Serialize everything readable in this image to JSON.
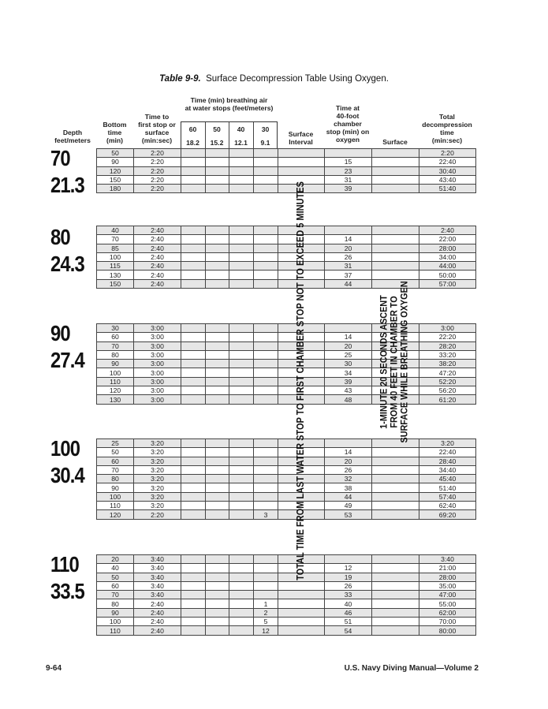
{
  "title": {
    "label": "Table 9-9.",
    "text": "Surface Decompression Table Using Oxygen."
  },
  "headers": {
    "depth": [
      "Depth",
      "feet/meters"
    ],
    "bottom_time": [
      "Bottom",
      "time",
      "(min)"
    ],
    "time_to_first": [
      "Time to",
      "first stop or",
      "surface",
      "(min:sec)"
    ],
    "water_stops_title": [
      "Time (min) breathing air",
      "at water stops (feet/meters)"
    ],
    "water_stops": [
      {
        "feet": "60",
        "meters": "18.2"
      },
      {
        "feet": "50",
        "meters": "15.2"
      },
      {
        "feet": "40",
        "meters": "12.1"
      },
      {
        "feet": "30",
        "meters": "9.1"
      }
    ],
    "surface_interval": [
      "Surface",
      "Interval"
    ],
    "chamber_stop": [
      "Time at",
      "40-foot",
      "chamber",
      "stop (min) on",
      "oxygen"
    ],
    "surface": [
      "Surface"
    ],
    "total": [
      "Total",
      "decompression",
      "time",
      "(min:sec)"
    ]
  },
  "vertical_notes": {
    "surface_interval": "TOTAL TIME FROM LAST WATER STOP TO FIRST CHAMBER STOP NOT TO EXCEED 5 MINUTES",
    "surface": [
      "1-MINUTE 20 SECONDS ASCENT",
      "FROM 40 FEET IN CHAMBER TO",
      "SURFACE WHILE BREATHING OXYGEN"
    ]
  },
  "groups": [
    {
      "feet": "70",
      "meters": "21.3",
      "rows": [
        [
          "50",
          "2:20",
          "",
          "",
          "",
          "",
          "",
          "",
          "2:20"
        ],
        [
          "90",
          "2:20",
          "",
          "",
          "",
          "",
          "15",
          "",
          "22:40"
        ],
        [
          "120",
          "2:20",
          "",
          "",
          "",
          "",
          "23",
          "",
          "30:40"
        ],
        [
          "150",
          "2:20",
          "",
          "",
          "",
          "",
          "31",
          "",
          "43:40"
        ],
        [
          "180",
          "2:20",
          "",
          "",
          "",
          "",
          "39",
          "",
          "51:40"
        ]
      ]
    },
    {
      "feet": "80",
      "meters": "24.3",
      "rows": [
        [
          "40",
          "2:40",
          "",
          "",
          "",
          "",
          "",
          "",
          "2:40"
        ],
        [
          "70",
          "2:40",
          "",
          "",
          "",
          "",
          "14",
          "",
          "22:00"
        ],
        [
          "85",
          "2:40",
          "",
          "",
          "",
          "",
          "20",
          "",
          "28:00"
        ],
        [
          "100",
          "2:40",
          "",
          "",
          "",
          "",
          "26",
          "",
          "34:00"
        ],
        [
          "115",
          "2:40",
          "",
          "",
          "",
          "",
          "31",
          "",
          "44:00"
        ],
        [
          "130",
          "2:40",
          "",
          "",
          "",
          "",
          "37",
          "",
          "50:00"
        ],
        [
          "150",
          "2:40",
          "",
          "",
          "",
          "",
          "44",
          "",
          "57:00"
        ]
      ]
    },
    {
      "feet": "90",
      "meters": "27.4",
      "rows": [
        [
          "30",
          "3:00",
          "",
          "",
          "",
          "",
          "",
          "",
          "3:00"
        ],
        [
          "60",
          "3:00",
          "",
          "",
          "",
          "",
          "14",
          "",
          "22:20"
        ],
        [
          "70",
          "3:00",
          "",
          "",
          "",
          "",
          "20",
          "",
          "28:20"
        ],
        [
          "80",
          "3:00",
          "",
          "",
          "",
          "",
          "25",
          "",
          "33:20"
        ],
        [
          "90",
          "3:00",
          "",
          "",
          "",
          "",
          "30",
          "",
          "38:20"
        ],
        [
          "100",
          "3:00",
          "",
          "",
          "",
          "",
          "34",
          "",
          "47:20"
        ],
        [
          "110",
          "3:00",
          "",
          "",
          "",
          "",
          "39",
          "",
          "52:20"
        ],
        [
          "120",
          "3:00",
          "",
          "",
          "",
          "",
          "43",
          "",
          "56:20"
        ],
        [
          "130",
          "3:00",
          "",
          "",
          "",
          "",
          "48",
          "",
          "61:20"
        ]
      ]
    },
    {
      "feet": "100",
      "meters": "30.4",
      "rows": [
        [
          "25",
          "3:20",
          "",
          "",
          "",
          "",
          "",
          "",
          "3:20"
        ],
        [
          "50",
          "3:20",
          "",
          "",
          "",
          "",
          "14",
          "",
          "22:40"
        ],
        [
          "60",
          "3:20",
          "",
          "",
          "",
          "",
          "20",
          "",
          "28:40"
        ],
        [
          "70",
          "3:20",
          "",
          "",
          "",
          "",
          "26",
          "",
          "34:40"
        ],
        [
          "80",
          "3:20",
          "",
          "",
          "",
          "",
          "32",
          "",
          "45:40"
        ],
        [
          "90",
          "3:20",
          "",
          "",
          "",
          "",
          "38",
          "",
          "51:40"
        ],
        [
          "100",
          "3:20",
          "",
          "",
          "",
          "",
          "44",
          "",
          "57:40"
        ],
        [
          "110",
          "3:20",
          "",
          "",
          "",
          "",
          "49",
          "",
          "62:40"
        ],
        [
          "120",
          "2:20",
          "",
          "",
          "",
          "3",
          "53",
          "",
          "69:20"
        ]
      ]
    },
    {
      "feet": "110",
      "meters": "33.5",
      "rows": [
        [
          "20",
          "3:40",
          "",
          "",
          "",
          "",
          "",
          "",
          "3:40"
        ],
        [
          "40",
          "3:40",
          "",
          "",
          "",
          "",
          "12",
          "",
          "21:00"
        ],
        [
          "50",
          "3:40",
          "",
          "",
          "",
          "",
          "19",
          "",
          "28:00"
        ],
        [
          "60",
          "3:40",
          "",
          "",
          "",
          "",
          "26",
          "",
          "35:00"
        ],
        [
          "70",
          "3:40",
          "",
          "",
          "",
          "",
          "33",
          "",
          "47:00"
        ],
        [
          "80",
          "2:40",
          "",
          "",
          "",
          "1",
          "40",
          "",
          "55:00"
        ],
        [
          "90",
          "2:40",
          "",
          "",
          "",
          "2",
          "46",
          "",
          "62:00"
        ],
        [
          "100",
          "2:40",
          "",
          "",
          "",
          "5",
          "51",
          "",
          "70:00"
        ],
        [
          "110",
          "2:40",
          "",
          "",
          "",
          "12",
          "54",
          "",
          "80:00"
        ]
      ]
    }
  ],
  "footer": {
    "page": "9-64",
    "manual": "U.S. Navy Diving Manual—Volume 2"
  }
}
